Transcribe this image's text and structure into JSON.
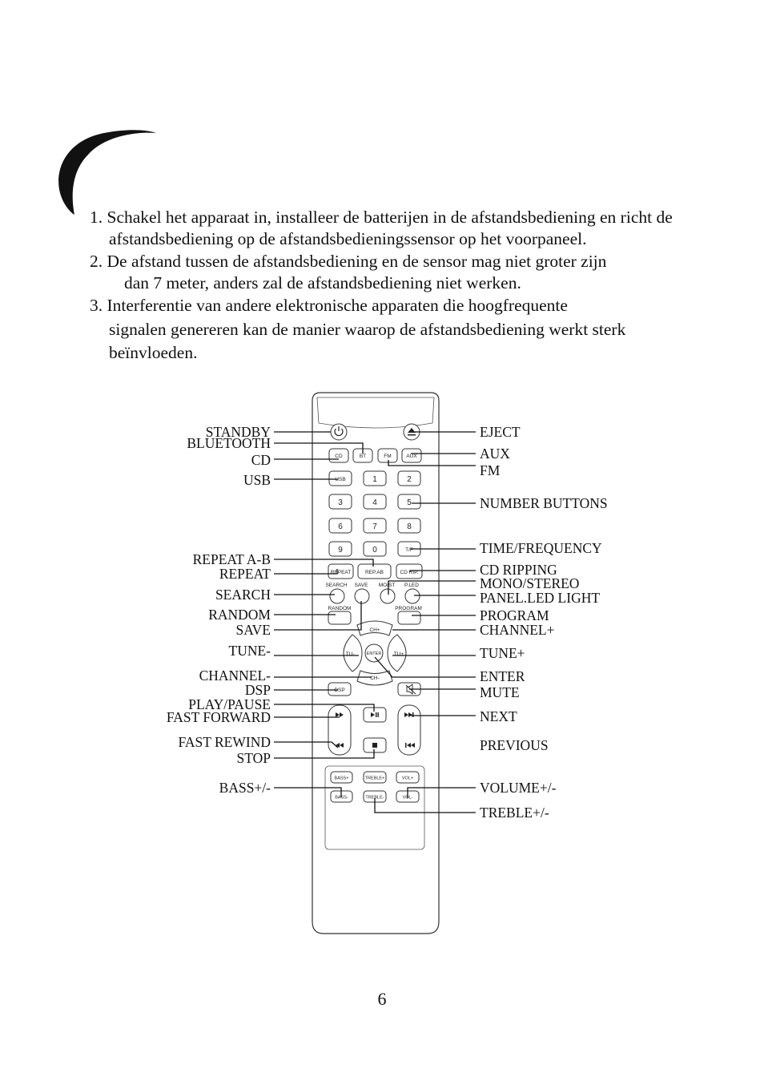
{
  "instructions": [
    {
      "num": "1.",
      "first": "Schakel het apparaat in, installeer de batterijen in de afstandsbediening",
      "cont": "en richt de afstandsbediening op de afstandsbedieningssensor op het voorpaneel."
    },
    {
      "num": "2.",
      "first": "De afstand tussen de afstandsbediening en de sensor mag niet groter zijn",
      "cont": "dan 7 meter, anders zal de afstandsbediening niet werken."
    },
    {
      "num": "3.",
      "first": "Interferentie van andere elektronische apparaten die hoogfrequente",
      "cont": "signalen genereren kan de manier waarop de afstandsbediening werkt sterk beïnvloeden."
    }
  ],
  "labels": {
    "left": [
      "STANDBY",
      "BLUETOOTH",
      "CD",
      "USB",
      "REPEAT A-B",
      "REPEAT",
      "SEARCH",
      "RANDOM",
      "SAVE",
      "TUNE-",
      "CHANNEL-",
      "DSP",
      "PLAY/PAUSE",
      "FAST FORWARD",
      "FAST REWIND",
      "STOP",
      "BASS+/-"
    ],
    "right": [
      "EJECT",
      "AUX",
      "FM",
      "NUMBER BUTTONS",
      "TIME/FREQUENCY",
      "CD RIPPING",
      "MONO/STEREO",
      "PANEL.LED LIGHT",
      "PROGRAM",
      "CHANNEL+",
      "TUNE+",
      "ENTER",
      "MUTE",
      "NEXT",
      "PREVIOUS",
      "VOLUME+/-",
      "TREBLE+/-"
    ]
  },
  "buttons": {
    "source": [
      "CD",
      "BT",
      "FM",
      "AUX"
    ],
    "usb": "USB",
    "numbers": [
      "1",
      "2",
      "3",
      "4",
      "5",
      "6",
      "7",
      "8",
      "9",
      "0"
    ],
    "tf": "T/F",
    "repeat": "REPEAT",
    "repab": "REP.AB",
    "cdrip": "CD RIP.",
    "search": "SEARCH",
    "save": "SAVE",
    "most": "MO/ST",
    "pled": "P.LED",
    "random": "RANDOM",
    "program": "PROGRAM",
    "chplus": "CH+",
    "chminus": "CH-",
    "tuminus": "TU-",
    "tuplus": "TU+",
    "enter": "ENTER",
    "dsp": "DSP",
    "bassplus": "BASS+",
    "bassminus": "BASS-",
    "trebleplus": "TREBLE+",
    "trebleminus": "TREBLE-",
    "volplus": "VOL+",
    "volminus": "VOL-"
  },
  "page_number": "6"
}
